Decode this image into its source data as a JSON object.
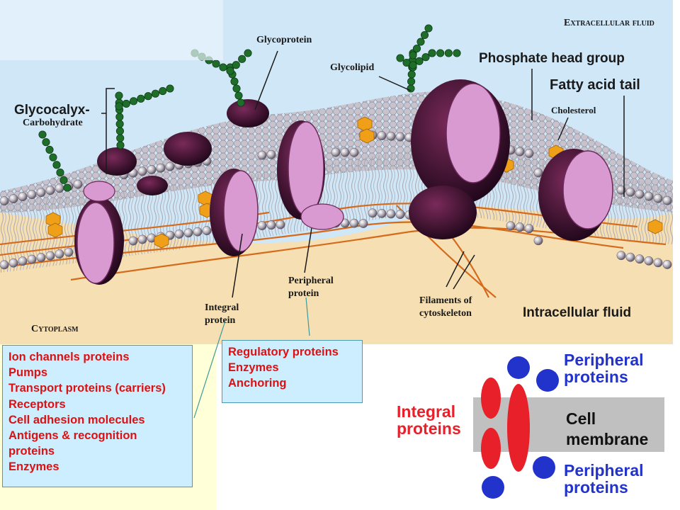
{
  "membrane_labels": {
    "extracellular": "Extracellular fluid",
    "glycoprotein": "Glycoprotein",
    "glycolipid": "Glycolipid",
    "phosphate_head": "Phosphate head group",
    "fatty_acid": "Fatty acid tail",
    "cholesterol": "Cholesterol",
    "glycocalyx": "Glycocalyx-",
    "carbohydrate": "Carbohydrate",
    "integral_line1": "Integral",
    "integral_line2": "protein",
    "peripheral_line1": "Peripheral",
    "peripheral_line2": "protein",
    "filaments_line1": "Filaments of",
    "filaments_line2": "cytoskeleton",
    "intracellular": "Intracellular fluid",
    "cytoplasm": "Cytoplasm"
  },
  "integral_functions": [
    "Ion channels proteins",
    "Pumps",
    "Transport proteins (carriers)",
    "Receptors",
    "Cell adhesion molecules",
    "Antigens & recognition",
    "proteins",
    "Enzymes"
  ],
  "peripheral_functions": [
    "Regulatory proteins",
    "Enzymes",
    "Anchoring"
  ],
  "schematic": {
    "integral_line1": "Integral",
    "integral_line2": "proteins",
    "peripheral_top_line1": "Peripheral",
    "peripheral_top_line2": "proteins",
    "membrane_line1": "Cell",
    "membrane_line2": "membrane",
    "peripheral_bottom_line1": "Peripheral",
    "peripheral_bottom_line2": "proteins"
  },
  "colors": {
    "function_text": "#dd1111",
    "box_fill": "#cceeff",
    "integral_red": "#e8202a",
    "peripheral_blue": "#2233cc",
    "membrane_gray": "#c0c0c0",
    "protein_pink": "#d89ad0",
    "carbohydrate_green": "#1e6e2a"
  }
}
